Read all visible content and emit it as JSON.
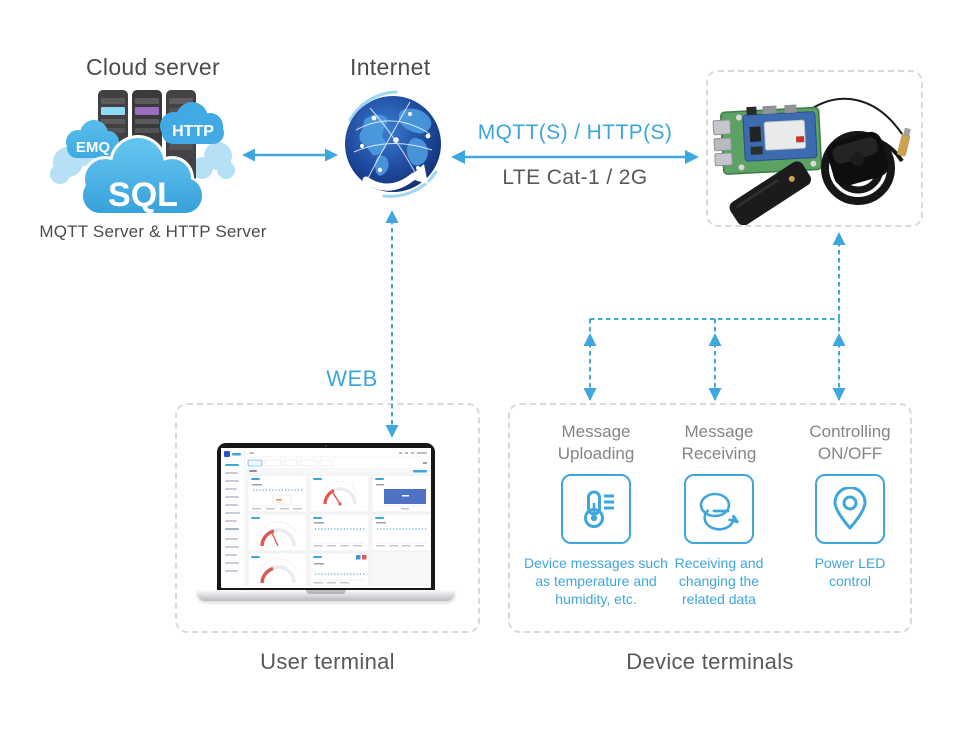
{
  "palette": {
    "accent_blue": "#3BA5DD",
    "arrow_blue": "#3FA7E0",
    "text_dark": "#4B4B4D",
    "text_gray": "#858585",
    "box_border_gray": "#D9D9D9"
  },
  "cloud_server": {
    "title": "Cloud server",
    "caption": "MQTT Server & HTTP Server",
    "cloud_emq": "EMQ",
    "cloud_http": "HTTP",
    "cloud_sql": "SQL"
  },
  "internet": {
    "title": "Internet"
  },
  "wan_link": {
    "protocols": "MQTT(S) / HTTP(S)",
    "bearer": "LTE Cat-1 / 2G"
  },
  "web_link": {
    "label": "WEB"
  },
  "user_terminal": {
    "caption": "User terminal"
  },
  "device_terminals": {
    "caption": "Device terminals",
    "items": [
      {
        "title": "Message Uploading",
        "icon": "thermometer-icon",
        "description": "Device messages such as temperature and humidity, etc."
      },
      {
        "title": "Message Receiving",
        "icon": "chat-bubbles-icon",
        "description": "Receiving and changing the related data"
      },
      {
        "title": "Controlling ON/OFF",
        "icon": "location-pin-icon",
        "description": "Power LED control"
      }
    ]
  }
}
